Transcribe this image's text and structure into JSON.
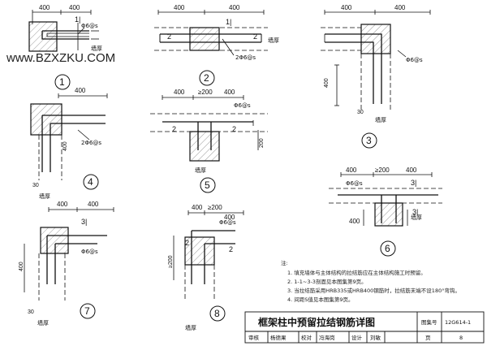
{
  "watermark": "www.BZXZKU.COM",
  "details": [
    {
      "number": "1",
      "dims": [
        "400",
        "400"
      ],
      "rebar": "Φ6@s",
      "wall": "墙厚"
    },
    {
      "number": "2",
      "dims": [
        "400",
        "400"
      ],
      "rebar": "2Φ6@s",
      "wall": "墙厚"
    },
    {
      "number": "3",
      "dims": [
        "400",
        "400"
      ],
      "rebar": "Φ6@s",
      "wall": "墙厚"
    },
    {
      "number": "4",
      "dims": [
        "400",
        "400",
        "30"
      ],
      "rebar": "2Φ6@s",
      "wall": "墙厚"
    },
    {
      "number": "5",
      "dims": [
        "400",
        "≥200",
        "400",
        "200"
      ],
      "rebar": "Φ6@s",
      "wall": "墙厚"
    },
    {
      "number": "6",
      "dims": [
        "400",
        "≥200",
        "400",
        "400"
      ],
      "rebar": "Φ6@s",
      "wall": "墙厚"
    },
    {
      "number": "7",
      "dims": [
        "400",
        "400",
        "30"
      ],
      "rebar": "Φ6@s",
      "wall": "墙厚"
    },
    {
      "number": "8",
      "dims": [
        "400",
        "≥200",
        "400",
        "≥200"
      ],
      "rebar": "Φ6@s",
      "wall": "墙厚"
    }
  ],
  "notes": {
    "heading": "注:",
    "items": [
      "1. 填充墙体与主体结构的拉结筋应在主体结构施工时预留。",
      "2. 1-1~3-3剖面见本图集第9页。",
      "3. 当拉结筋采用HRB335或HRB400钢筋时，拉结筋末端不设180°弯钩。",
      "4. 间距S值见本图集第9页。"
    ]
  },
  "title_block": {
    "title": "框架柱中预留拉结钢筋详图",
    "atlas_label": "图集号",
    "atlas_no": "12G614-1",
    "review": "审核",
    "review_name": "杨德果",
    "check": "校对",
    "check_name": "冯海岗",
    "design": "设计",
    "design_name": "刘敏",
    "page_label": "页",
    "page_no": "8"
  }
}
